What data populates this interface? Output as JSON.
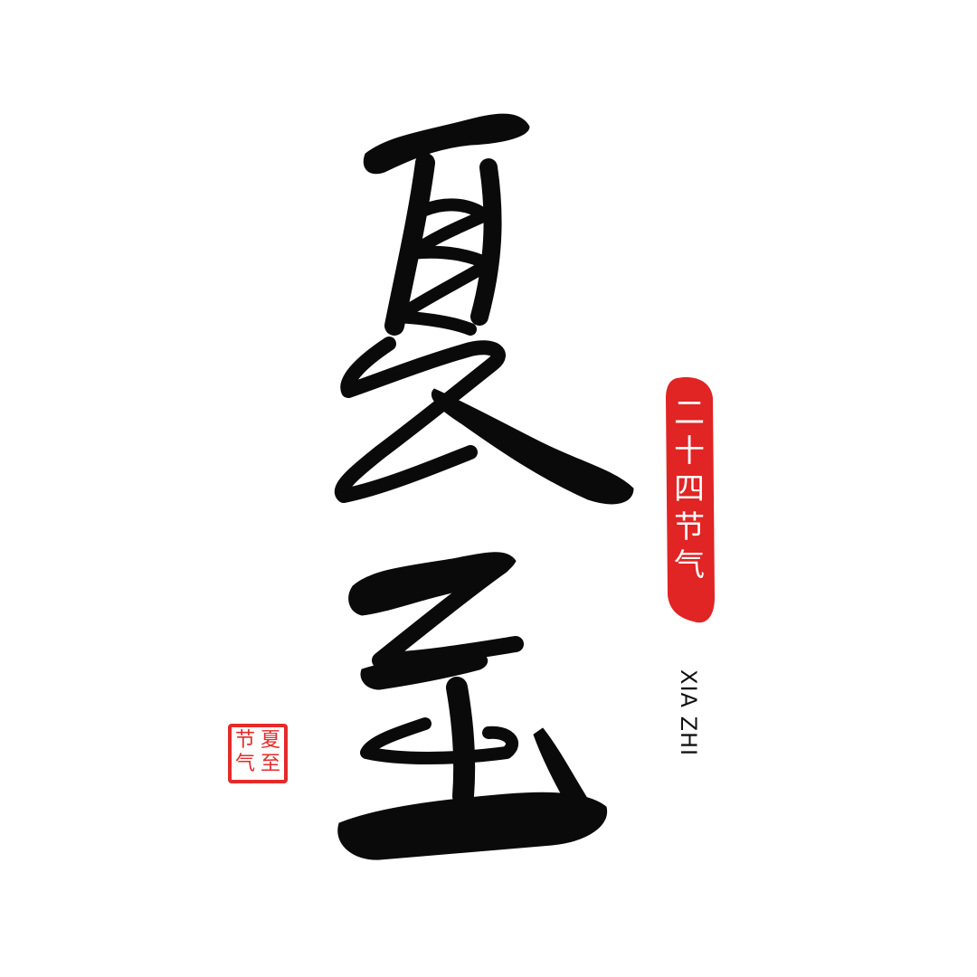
{
  "calligraphy": {
    "characters": [
      "夏",
      "至"
    ]
  },
  "tag": {
    "label_chars": [
      "二",
      "十",
      "四",
      "节",
      "气"
    ]
  },
  "pinyin": {
    "text": "XIA ZHI"
  },
  "seal": {
    "right_col": [
      "夏",
      "至"
    ],
    "left_col": [
      "节",
      "气"
    ]
  },
  "colors": {
    "background": "#ffffff",
    "ink": "#0a0a0a",
    "red": "#e12424",
    "seal_red": "#e52a2a"
  }
}
